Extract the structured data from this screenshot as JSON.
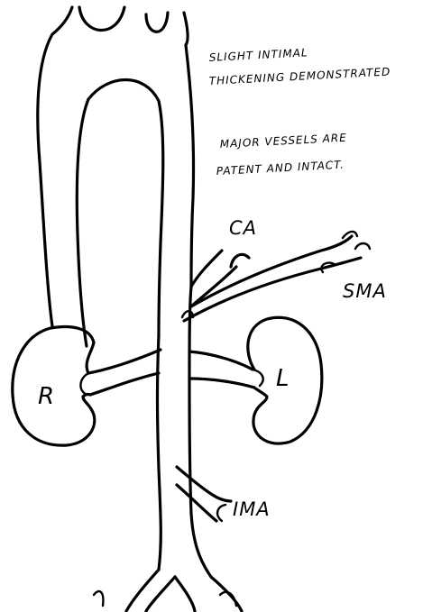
{
  "notes": {
    "line1": "SLIGHT INTIMAL",
    "line2": "THICKENING DEMONSTRATED",
    "line3": "MAJOR VESSELS ARE",
    "line4": "PATENT AND INTACT."
  },
  "labels": {
    "ca": "CA",
    "sma": "SMA",
    "ima": "IMA",
    "right_kidney": "R",
    "left_kidney": "L"
  }
}
